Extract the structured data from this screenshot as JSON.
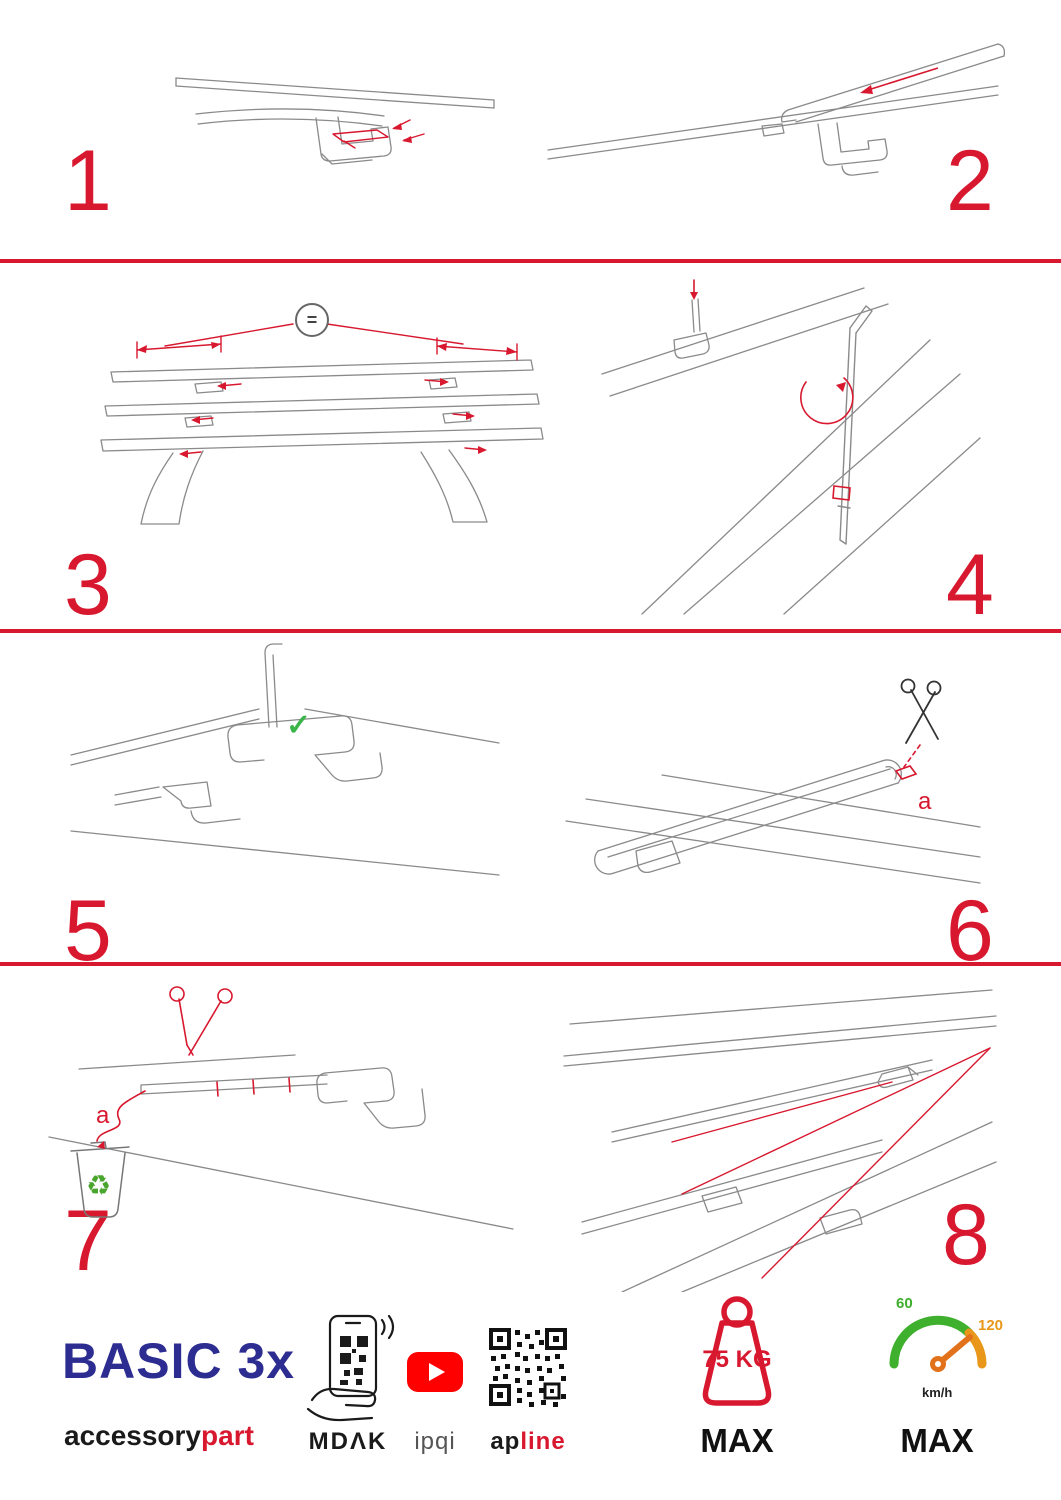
{
  "colors": {
    "accent_red": "#d8182f",
    "brand_blue": "#2d2d91",
    "check_green": "#3bb54a",
    "recycle_green": "#4aa52e",
    "gauge_green": "#3faf2e",
    "gauge_orange": "#e8971a",
    "youtube_red": "#ff0000",
    "line_gray": "#8a8a8a"
  },
  "steps": [
    {
      "number": "1"
    },
    {
      "number": "2"
    },
    {
      "number": "3",
      "equal_symbol": "="
    },
    {
      "number": "4"
    },
    {
      "number": "5"
    },
    {
      "number": "6",
      "detail_label": "a"
    },
    {
      "number": "7",
      "detail_label": "a"
    },
    {
      "number": "8"
    }
  ],
  "icons": {
    "check": "✓",
    "recycle": "♻"
  },
  "footer": {
    "product_name": "BASIC 3x",
    "brand_black": "accessory",
    "brand_red": "part",
    "qr_phone_label": "MDΛK",
    "video_label": "ipqi",
    "app_black": "ap",
    "app_red": "line",
    "weight_value": "75 KG",
    "weight_max": "MAX",
    "speed_tick_low": "60",
    "speed_tick_high": "120",
    "speed_unit": "km/h",
    "speed_max": "MAX"
  }
}
